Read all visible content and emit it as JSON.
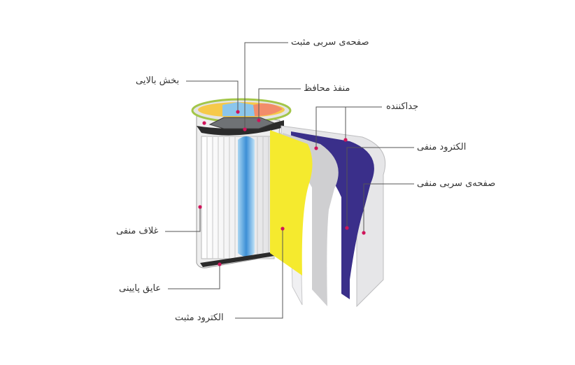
{
  "labels": {
    "positive_lead": "صفحه‌ی سربی مثبت",
    "top_cap": "بخش بالایی",
    "safety_vent": "منفذ محافظ",
    "separator": "جداکننده",
    "negative_electrode": "الکترود منفی",
    "negative_lead": "صفحه‌ی سربی منفی",
    "negative_case": "غلاف منفی",
    "bottom_insulator": "عایق پایینی",
    "positive_electrode": "الکترود مثبت"
  },
  "colors": {
    "accent_dot": "#d0145a",
    "leader_line": "#555555",
    "positive_electrode": "#f5ea2e",
    "negative_electrode": "#3a2f8a",
    "separator": "#c8c8ca",
    "core": "#7fc0ea"
  }
}
